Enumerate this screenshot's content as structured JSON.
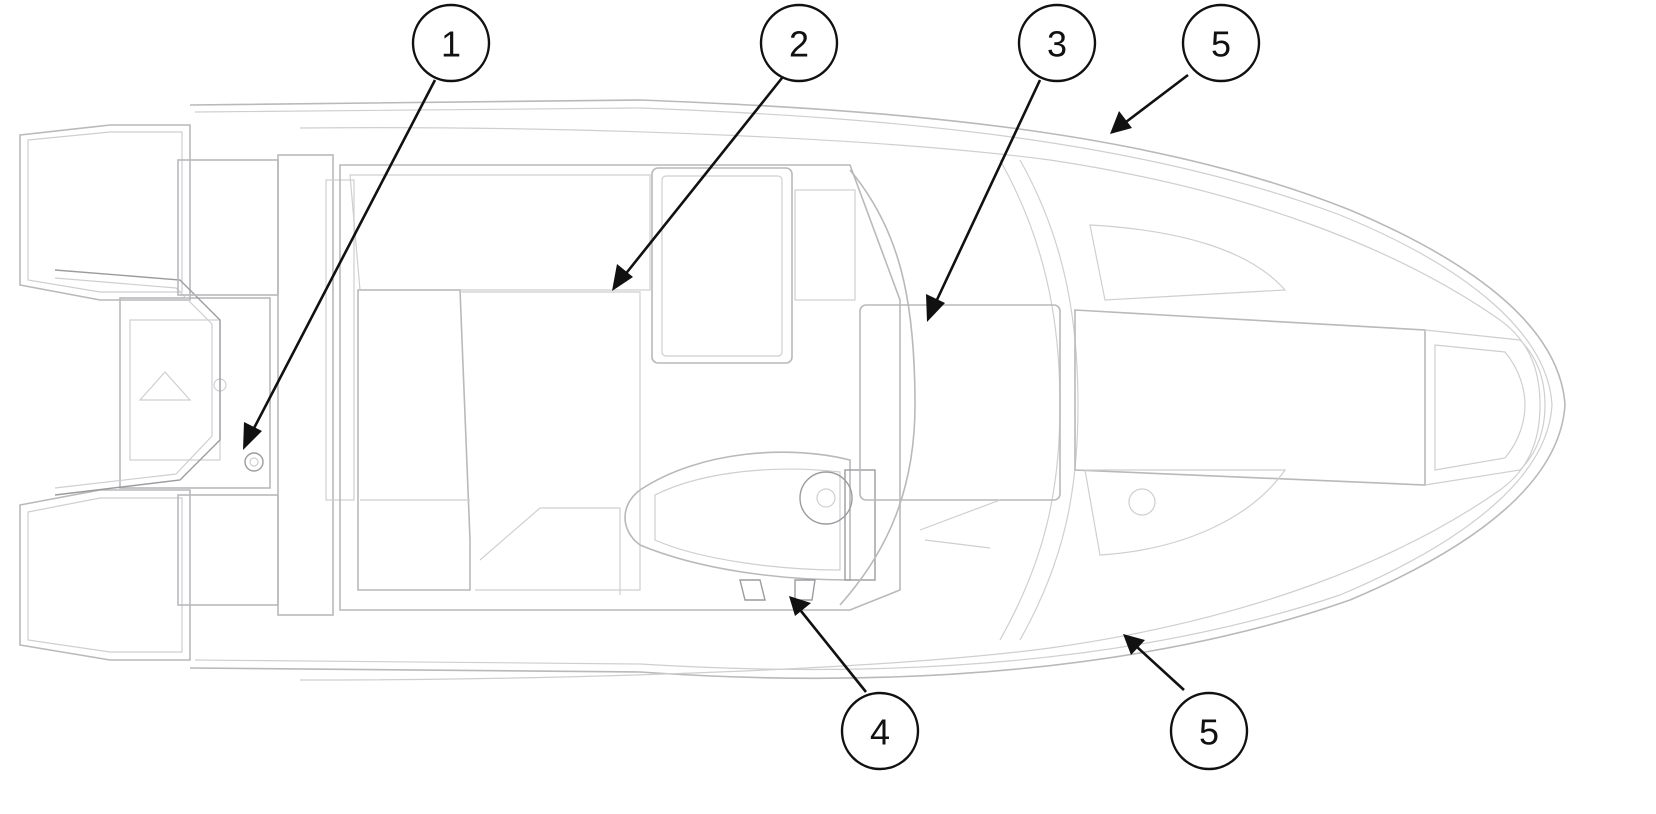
{
  "callouts": [
    {
      "id": "1",
      "label": "1"
    },
    {
      "id": "2",
      "label": "2"
    },
    {
      "id": "3",
      "label": "3"
    },
    {
      "id": "5a",
      "label": "5"
    },
    {
      "id": "4",
      "label": "4"
    },
    {
      "id": "5b",
      "label": "5"
    }
  ],
  "colors": {
    "outline": "#b9b9bc",
    "callout": "#111111"
  }
}
